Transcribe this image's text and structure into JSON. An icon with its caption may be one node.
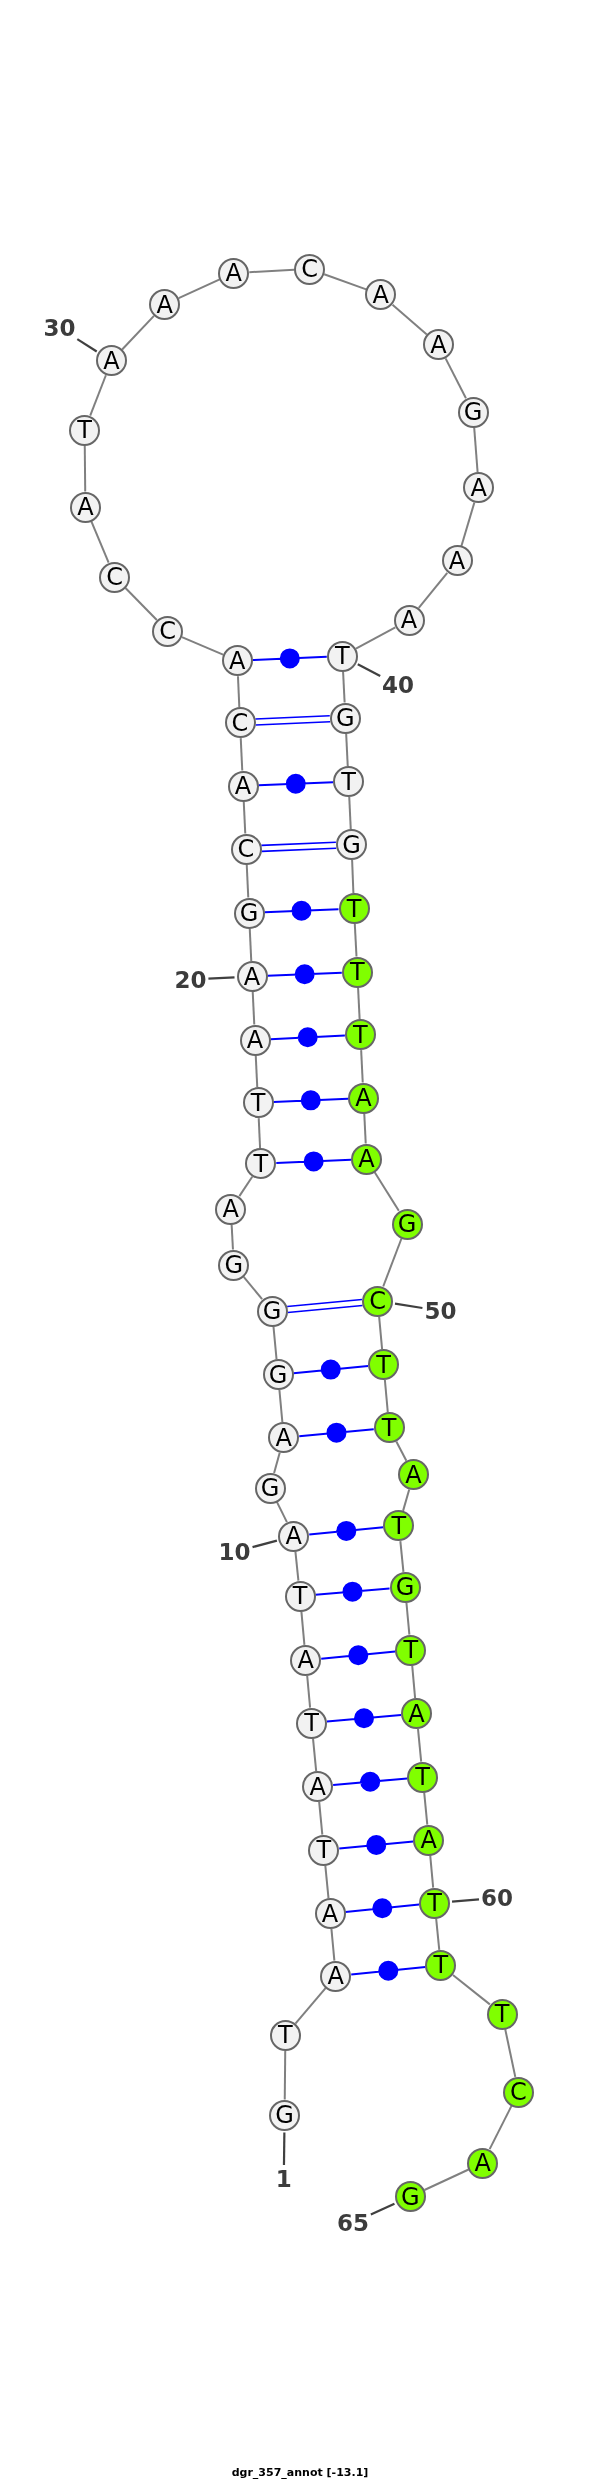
{
  "diagram": {
    "caption": "dgr_357_annot [-13.1]",
    "nodes": [
      {
        "text": [
          "G"
        ]
      },
      {
        "text": [
          "T"
        ]
      },
      {
        "text": [
          "A"
        ]
      },
      {
        "text": [
          "A"
        ]
      },
      {
        "text": [
          "T"
        ]
      },
      {
        "text": [
          "A"
        ]
      },
      {
        "text": [
          "T"
        ]
      },
      {
        "text": [
          "A"
        ]
      },
      {
        "text": [
          "T"
        ]
      },
      {
        "text": [
          "A"
        ]
      },
      {
        "text": [
          "G"
        ]
      },
      {
        "text": [
          "A"
        ]
      },
      {
        "text": [
          "G"
        ]
      },
      {
        "text": [
          "G"
        ]
      },
      {
        "text": [
          "G"
        ]
      },
      {
        "text": [
          "A"
        ]
      },
      {
        "text": [
          "T"
        ]
      },
      {
        "text": [
          "T"
        ]
      },
      {
        "text": [
          "A"
        ]
      },
      {
        "text": [
          "A"
        ]
      },
      {
        "text": [
          "G"
        ]
      },
      {
        "text": [
          "C"
        ]
      },
      {
        "text": [
          "A"
        ]
      },
      {
        "text": [
          "C"
        ]
      },
      {
        "text": [
          "A"
        ]
      },
      {
        "text": [
          "C"
        ]
      },
      {
        "text": [
          "C"
        ]
      },
      {
        "text": [
          "A"
        ]
      },
      {
        "text": [
          "T"
        ]
      },
      {
        "text": [
          "A"
        ]
      },
      {
        "text": [
          "A"
        ]
      },
      {
        "text": [
          "A"
        ]
      },
      {
        "text": [
          "C"
        ]
      },
      {
        "text": [
          "A"
        ]
      },
      {
        "text": [
          "A"
        ]
      },
      {
        "text": [
          "G"
        ]
      },
      {
        "text": [
          "A"
        ]
      },
      {
        "text": [
          "A"
        ]
      },
      {
        "text": [
          "A"
        ]
      },
      {
        "text": [
          "T"
        ]
      },
      {
        "text": [
          "G"
        ]
      },
      {
        "text": [
          "T"
        ]
      },
      {
        "text": [
          "G"
        ]
      },
      {
        "text": [
          "T"
        ]
      },
      {
        "text": [
          "T"
        ]
      },
      {
        "text": [
          "T"
        ]
      },
      {
        "text": [
          "A"
        ]
      },
      {
        "text": [
          "A"
        ]
      },
      {
        "text": [
          "G"
        ]
      },
      {
        "text": [
          "C"
        ]
      },
      {
        "text": [
          "T"
        ]
      },
      {
        "text": [
          "T"
        ]
      },
      {
        "text": [
          "A"
        ]
      },
      {
        "text": [
          "T"
        ]
      },
      {
        "text": [
          "G"
        ]
      },
      {
        "text": [
          "T"
        ]
      },
      {
        "text": [
          "A"
        ]
      },
      {
        "text": [
          "T"
        ]
      },
      {
        "text": [
          "A"
        ]
      },
      {
        "text": [
          "T"
        ]
      },
      {
        "text": [
          "T"
        ]
      },
      {
        "text": [
          "T"
        ]
      },
      {
        "text": [
          "C"
        ]
      },
      {
        "text": [
          "A"
        ]
      },
      {
        "text": [
          "G"
        ]
      },
      {
        "text": [
          "1"
        ]
      },
      {
        "text": [
          "10"
        ]
      },
      {
        "text": [
          "20"
        ]
      },
      {
        "text": [
          "30"
        ]
      },
      {
        "text": [
          "40"
        ]
      },
      {
        "text": [
          "50"
        ]
      },
      {
        "text": [
          "60"
        ]
      },
      {
        "text": [
          "65"
        ]
      }
    ],
    "edges": [
      {
        "from": 0,
        "to": 1,
        "arrow": "none"
      },
      {
        "from": 1,
        "to": 2,
        "arrow": "none"
      },
      {
        "from": 2,
        "to": 3,
        "arrow": "none"
      },
      {
        "from": 3,
        "to": 4,
        "arrow": "none"
      },
      {
        "from": 4,
        "to": 5,
        "arrow": "none"
      },
      {
        "from": 5,
        "to": 6,
        "arrow": "none"
      },
      {
        "from": 6,
        "to": 7,
        "arrow": "none"
      },
      {
        "from": 7,
        "to": 8,
        "arrow": "none"
      },
      {
        "from": 8,
        "to": 9,
        "arrow": "none"
      },
      {
        "from": 9,
        "to": 10,
        "arrow": "none"
      },
      {
        "from": 10,
        "to": 11,
        "arrow": "none"
      },
      {
        "from": 11,
        "to": 12,
        "arrow": "none"
      },
      {
        "from": 12,
        "to": 13,
        "arrow": "none"
      },
      {
        "from": 13,
        "to": 14,
        "arrow": "none"
      },
      {
        "from": 14,
        "to": 15,
        "arrow": "none"
      },
      {
        "from": 15,
        "to": 16,
        "arrow": "none"
      },
      {
        "from": 16,
        "to": 17,
        "arrow": "none"
      },
      {
        "from": 17,
        "to": 18,
        "arrow": "none"
      },
      {
        "from": 18,
        "to": 19,
        "arrow": "none"
      },
      {
        "from": 19,
        "to": 20,
        "arrow": "none"
      },
      {
        "from": 20,
        "to": 21,
        "arrow": "none"
      },
      {
        "from": 21,
        "to": 22,
        "arrow": "none"
      },
      {
        "from": 22,
        "to": 23,
        "arrow": "none"
      },
      {
        "from": 23,
        "to": 24,
        "arrow": "none"
      },
      {
        "from": 24,
        "to": 25,
        "arrow": "none"
      },
      {
        "from": 25,
        "to": 26,
        "arrow": "none"
      },
      {
        "from": 26,
        "to": 27,
        "arrow": "none"
      },
      {
        "from": 27,
        "to": 28,
        "arrow": "none"
      },
      {
        "from": 28,
        "to": 29,
        "arrow": "none"
      },
      {
        "from": 29,
        "to": 30,
        "arrow": "none"
      },
      {
        "from": 30,
        "to": 31,
        "arrow": "none"
      },
      {
        "from": 31,
        "to": 32,
        "arrow": "none"
      },
      {
        "from": 32,
        "to": 33,
        "arrow": "none"
      },
      {
        "from": 33,
        "to": 34,
        "arrow": "none"
      },
      {
        "from": 34,
        "to": 35,
        "arrow": "none"
      },
      {
        "from": 35,
        "to": 36,
        "arrow": "none"
      },
      {
        "from": 36,
        "to": 37,
        "arrow": "none"
      },
      {
        "from": 37,
        "to": 38,
        "arrow": "none"
      },
      {
        "from": 38,
        "to": 39,
        "arrow": "none"
      },
      {
        "from": 39,
        "to": 40,
        "arrow": "none"
      },
      {
        "from": 40,
        "to": 41,
        "arrow": "none"
      },
      {
        "from": 41,
        "to": 42,
        "arrow": "none"
      },
      {
        "from": 42,
        "to": 43,
        "arrow": "none"
      },
      {
        "from": 43,
        "to": 44,
        "arrow": "none"
      },
      {
        "from": 44,
        "to": 45,
        "arrow": "none"
      },
      {
        "from": 45,
        "to": 46,
        "arrow": "none"
      },
      {
        "from": 46,
        "to": 47,
        "arrow": "none"
      },
      {
        "from": 47,
        "to": 48,
        "arrow": "none"
      },
      {
        "from": 48,
        "to": 49,
        "arrow": "none"
      },
      {
        "from": 49,
        "to": 50,
        "arrow": "none"
      },
      {
        "from": 50,
        "to": 51,
        "arrow": "none"
      },
      {
        "from": 51,
        "to": 52,
        "arrow": "none"
      },
      {
        "from": 52,
        "to": 53,
        "arrow": "none"
      },
      {
        "from": 53,
        "to": 54,
        "arrow": "none"
      },
      {
        "from": 54,
        "to": 55,
        "arrow": "none"
      },
      {
        "from": 55,
        "to": 56,
        "arrow": "none"
      },
      {
        "from": 56,
        "to": 57,
        "arrow": "none"
      },
      {
        "from": 57,
        "to": 58,
        "arrow": "none"
      },
      {
        "from": 58,
        "to": 59,
        "arrow": "none"
      },
      {
        "from": 59,
        "to": 60,
        "arrow": "none"
      },
      {
        "from": 60,
        "to": 61,
        "arrow": "none"
      },
      {
        "from": 61,
        "to": 62,
        "arrow": "none"
      },
      {
        "from": 62,
        "to": 63,
        "arrow": "none"
      },
      {
        "from": 63,
        "to": 64,
        "arrow": "none"
      },
      {
        "from": 2,
        "to": 60,
        "arrow": "none",
        "color": "#0000ff"
      },
      {
        "from": 3,
        "to": 59,
        "arrow": "none",
        "color": "#0000ff"
      },
      {
        "from": 4,
        "to": 58,
        "arrow": "none",
        "color": "#0000ff"
      },
      {
        "from": 5,
        "to": 57,
        "arrow": "none",
        "color": "#0000ff"
      },
      {
        "from": 6,
        "to": 56,
        "arrow": "none",
        "color": "#0000ff"
      },
      {
        "from": 7,
        "to": 55,
        "arrow": "none",
        "color": "#0000ff"
      },
      {
        "from": 8,
        "to": 54,
        "arrow": "none",
        "color": "#0000ff"
      },
      {
        "from": 9,
        "to": 53,
        "arrow": "none",
        "color": "#0000ff"
      },
      {
        "from": 11,
        "to": 51,
        "arrow": "none",
        "color": "#0000ff"
      },
      {
        "from": 12,
        "to": 50,
        "arrow": "none",
        "color": "#0000ff"
      },
      {
        "from": 13,
        "to": 49,
        "arrow": "none",
        "color": "#0000ff"
      },
      {
        "from": 16,
        "to": 47,
        "arrow": "none",
        "color": "#0000ff"
      },
      {
        "from": 17,
        "to": 46,
        "arrow": "none",
        "color": "#0000ff"
      },
      {
        "from": 18,
        "to": 45,
        "arrow": "none",
        "color": "#0000ff"
      },
      {
        "from": 19,
        "to": 44,
        "arrow": "none",
        "color": "#0000ff"
      },
      {
        "from": 20,
        "to": 43,
        "arrow": "none",
        "color": "#0000ff"
      },
      {
        "from": 21,
        "to": 42,
        "arrow": "none",
        "color": "#0000ff"
      },
      {
        "from": 22,
        "to": 41,
        "arrow": "none",
        "color": "#0000ff"
      },
      {
        "from": 23,
        "to": 40,
        "arrow": "none",
        "color": "#0000ff"
      },
      {
        "from": 24,
        "to": 39,
        "arrow": "none",
        "color": "#0000ff"
      },
      {
        "from": 65,
        "to": 0,
        "arrow": "none",
        "color": "#404040"
      },
      {
        "from": 66,
        "to": 9,
        "arrow": "none",
        "color": "#404040"
      },
      {
        "from": 67,
        "to": 19,
        "arrow": "none",
        "color": "#404040"
      },
      {
        "from": 68,
        "to": 29,
        "arrow": "none",
        "color": "#404040"
      },
      {
        "from": 69,
        "to": 39,
        "arrow": "none",
        "color": "#404040"
      },
      {
        "from": 70,
        "to": 49,
        "arrow": "none",
        "color": "#404040"
      },
      {
        "from": 71,
        "to": 59,
        "arrow": "none",
        "color": "#404040"
      },
      {
        "from": 72,
        "to": 64,
        "arrow": "none",
        "color": "#404040"
      }
    ]
  }
}
